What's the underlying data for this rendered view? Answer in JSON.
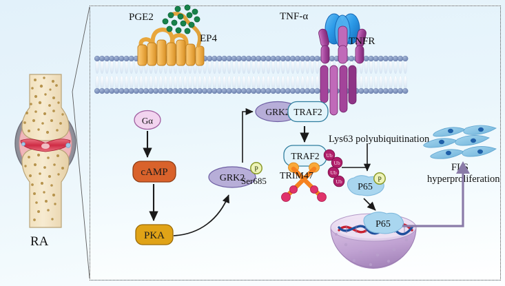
{
  "figure": {
    "title_hidden": "",
    "background_color": "#e8f4fa",
    "inset_border_color": "#4a4a4a"
  },
  "left_panel": {
    "joint_label": "RA",
    "bone_color": "#f4e4c0",
    "cartilage_color": "#d43a4e",
    "capsule_color": "#8a8a93"
  },
  "membrane": {
    "head_color": "#7f93bd",
    "tail_color": "#dfeaf6"
  },
  "ligands": {
    "pge2": {
      "label": "PGE2",
      "dot_color": "#17824a",
      "count": 14
    },
    "tnfa": {
      "label": "TNF-α",
      "color": "#2196e8"
    }
  },
  "receptors": {
    "ep4": {
      "label": "EP4",
      "color": "#e9a73a"
    },
    "tnfr": {
      "label": "TNFR",
      "color": "#a3449a"
    }
  },
  "nodes": {
    "galpha": {
      "label": "Gα",
      "fill": "#f2d4ef",
      "stroke": "#a05ea0"
    },
    "camp": {
      "label": "cAMP",
      "fill": "#d9622b",
      "stroke": "#8f3c14"
    },
    "pka": {
      "label": "PKA",
      "fill": "#e0a317",
      "stroke": "#9a6a08"
    },
    "grk2_cyto": {
      "label": "GRK2",
      "fill": "#b7aed8",
      "stroke": "#6e5fa3"
    },
    "ser685": {
      "label": "Ser685"
    },
    "grk2_mem": {
      "label": "GRK2",
      "fill": "#b7aed8",
      "stroke": "#6e5fa3"
    },
    "traf2_mem": {
      "label": "TRAF2",
      "fill": "#e3f4fb",
      "stroke": "#2f7d9e"
    },
    "traf2_cyto": {
      "label": "TRAF2",
      "fill": "#e3f4fb",
      "stroke": "#2f7d9e"
    },
    "trim47": {
      "label": "TRIM47",
      "arm_color": "#f58220",
      "knob_color": "#e0336b",
      "hinge_color": "#f9a93a"
    },
    "p65_cyto": {
      "label": "P65",
      "fill": "#a9d6ef",
      "stroke": "#7fb9dd"
    },
    "p65_nuc": {
      "label": "P65",
      "fill": "#a9d6ef",
      "stroke": "#7fb9dd"
    },
    "nucleus": {
      "fill": "#cbb0d8",
      "dna_strand_a": "#c9202f",
      "dna_strand_b": "#1f4f9c"
    },
    "fls": {
      "label_line1": "FLS",
      "label_line2": "hyperproliferation",
      "cell_fill": "#86c4e4",
      "nucleus_fill": "#1f5fa8"
    }
  },
  "annotations": {
    "lys63": "Lys63 polyubiquitination",
    "ubiquitin_label": "Ub",
    "ubiquitin_color": "#b01f6a",
    "phospho_label": "P",
    "phospho_fill": "#eef3b8",
    "phospho_stroke": "#8a9a2a"
  },
  "arrows": {
    "color": "#1a1a1a",
    "output_color": "#8a7ba8"
  }
}
